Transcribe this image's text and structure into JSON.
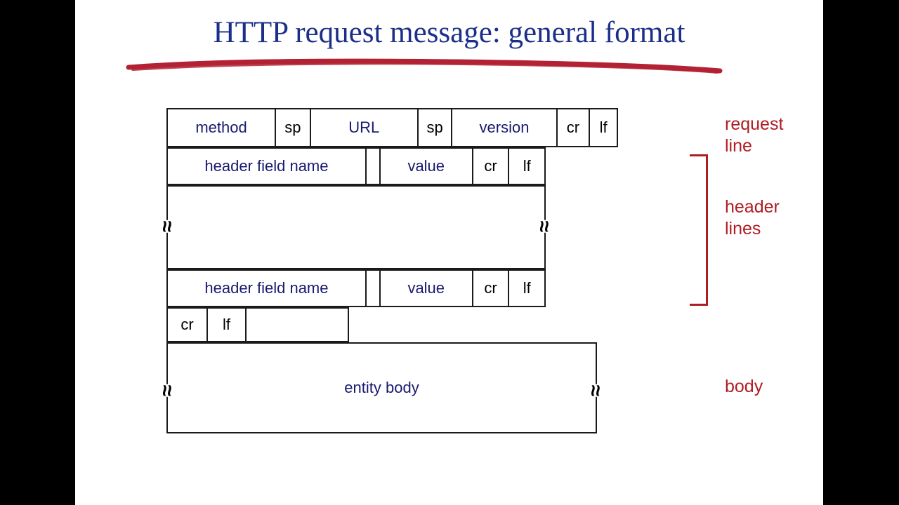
{
  "slide": {
    "title": "HTTP request message: general format",
    "title_color": "#1b2f8a",
    "underline_color": "#b22234",
    "background": "#ffffff",
    "letterbox_color": "#000000"
  },
  "diagram": {
    "field_color": "#191970",
    "control_color": "#000000",
    "border_color": "#1a1a1a",
    "break_mark": "≈",
    "rows": [
      {
        "id": "request-line",
        "cells": [
          {
            "label": "method",
            "kind": "field"
          },
          {
            "label": "sp",
            "kind": "control"
          },
          {
            "label": "URL",
            "kind": "field"
          },
          {
            "label": "sp",
            "kind": "control"
          },
          {
            "label": "version",
            "kind": "field"
          },
          {
            "label": "cr",
            "kind": "control"
          },
          {
            "label": "lf",
            "kind": "control"
          }
        ]
      },
      {
        "id": "header-line-1",
        "cells": [
          {
            "label": "header field name",
            "kind": "field"
          },
          {
            "label": "",
            "kind": "blank"
          },
          {
            "label": "value",
            "kind": "field"
          },
          {
            "label": "cr",
            "kind": "control"
          },
          {
            "label": "lf",
            "kind": "control"
          }
        ]
      },
      {
        "id": "header-gap",
        "cells": [
          {
            "label": "",
            "kind": "blank"
          }
        ]
      },
      {
        "id": "header-line-2",
        "cells": [
          {
            "label": "header field name",
            "kind": "field"
          },
          {
            "label": "",
            "kind": "blank"
          },
          {
            "label": "value",
            "kind": "field"
          },
          {
            "label": "cr",
            "kind": "control"
          },
          {
            "label": "lf",
            "kind": "control"
          }
        ]
      },
      {
        "id": "blank-line",
        "cells": [
          {
            "label": "cr",
            "kind": "control"
          },
          {
            "label": "lf",
            "kind": "control"
          }
        ]
      },
      {
        "id": "entity-body",
        "cells": [
          {
            "label": "entity body",
            "kind": "field"
          }
        ]
      }
    ]
  },
  "annotations": {
    "color": "#b01c23",
    "request_line": "request\nline",
    "header_lines": "header\nlines",
    "body": "body"
  }
}
